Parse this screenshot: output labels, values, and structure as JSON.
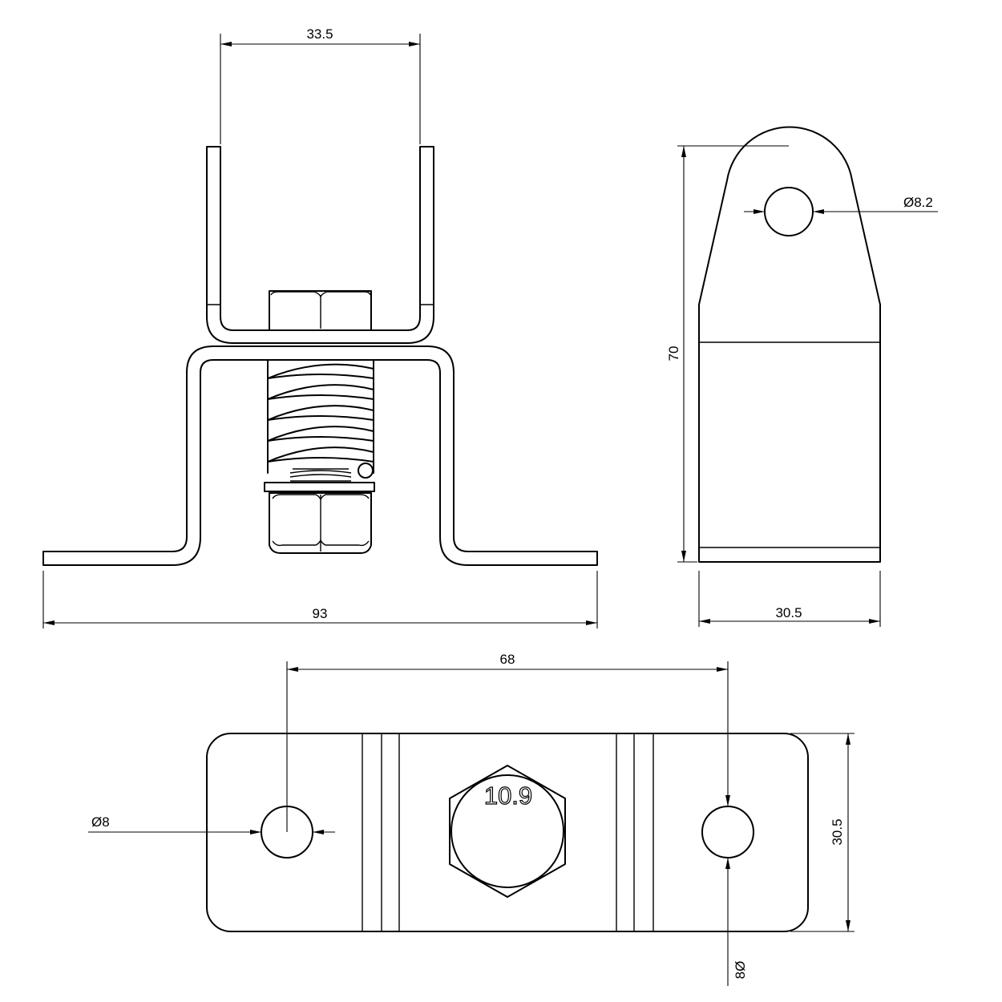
{
  "dimensions": {
    "top_width": "33.5",
    "overall_width": "93",
    "side_height": "70",
    "side_width": "30.5",
    "hole_side": "Ø8.2",
    "hole_spacing": "68",
    "plate_width": "30.5",
    "hole_left": "Ø8",
    "hole_right": "8Ø"
  },
  "bolt_marking": "10.9"
}
